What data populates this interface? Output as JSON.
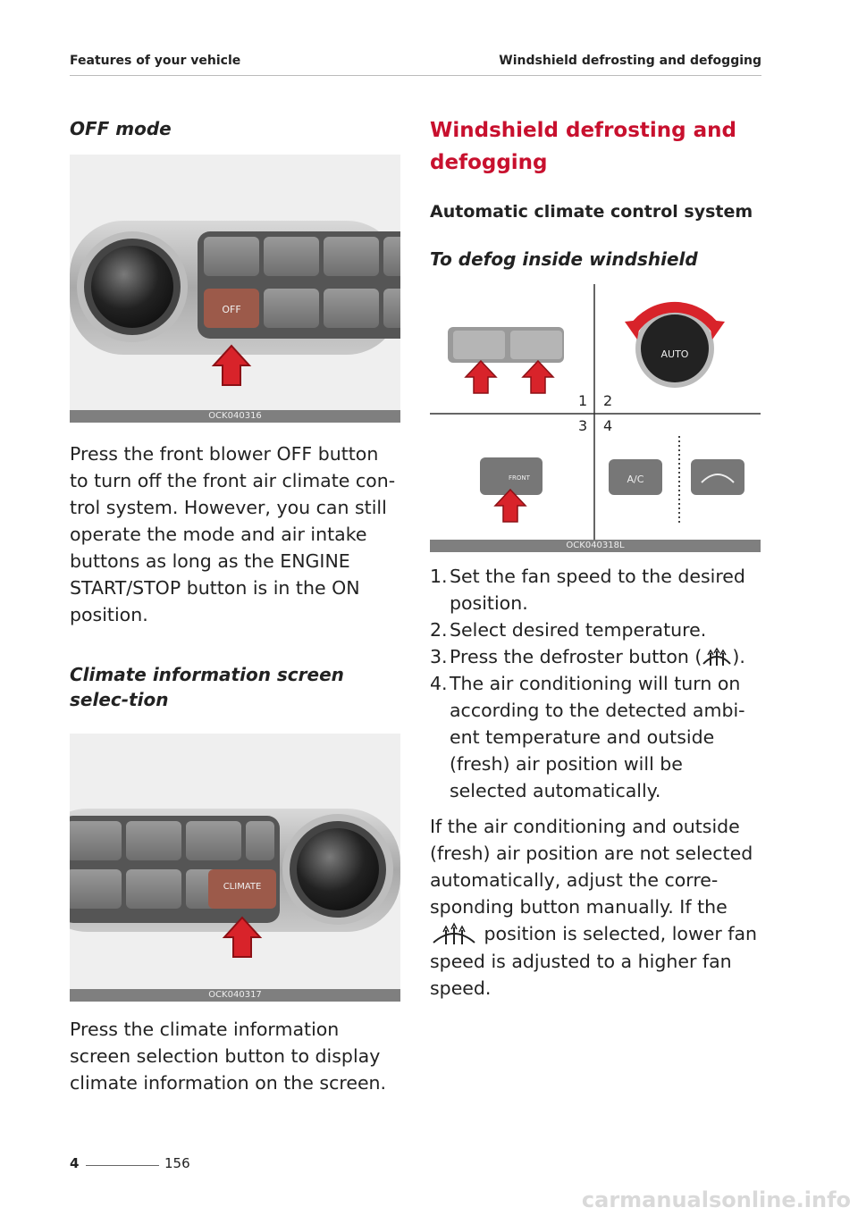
{
  "header": {
    "left": "Features of your vehicle",
    "right": "Windshield defrosting and defogging"
  },
  "left": {
    "off_title": "OFF mode",
    "fig1_caption": "OCK040316",
    "fig1_button": "OFF",
    "off_text": "Press the front blower OFF button to turn off the front air climate con-trol system. However, you can still operate the mode and air intake buttons as long as the ENGINE START/STOP button is in the ON position.",
    "climate_title": "Climate information screen selec-tion",
    "fig2_caption": "OCK040317",
    "fig2_button": "CLIMATE",
    "climate_text": "Press the climate information screen selection button to display climate information on the screen."
  },
  "right": {
    "main_title": "Windshield defrosting and defogging",
    "sub_title": "Automatic climate control system",
    "italic_title": "To defog inside windshield",
    "fig3_caption": "OCK040318L",
    "fig3_labels": [
      "1",
      "2",
      "3",
      "4"
    ],
    "fig3_auto": "AUTO",
    "fig3_ac": "A/C",
    "fig3_front": "FRONT",
    "steps": [
      {
        "num": "1.",
        "text": "Set the fan speed to the desired position."
      },
      {
        "num": "2.",
        "text": "Select desired temperature."
      },
      {
        "num": "3.",
        "text_before": "Press the defroster button (",
        "text_after": ")."
      },
      {
        "num": "4.",
        "text": "The air conditioning will turn on according to the detected ambi-ent temperature and outside (fresh) air position will be selected automatically."
      }
    ],
    "para_before": "If the air conditioning and outside (fresh) air position are not selected automatically, adjust the corre-sponding button manually. If the",
    "para_after": "position is selected, lower fan speed is adjusted to a higher fan speed.",
    "defrost_icon": "front-defrost-icon"
  },
  "footer": {
    "chapter": "4",
    "page": "156"
  },
  "watermark": "carmanualsonline.info",
  "colors": {
    "accent_red": "#c8102e",
    "caption_bar": "#7f7f7f"
  }
}
